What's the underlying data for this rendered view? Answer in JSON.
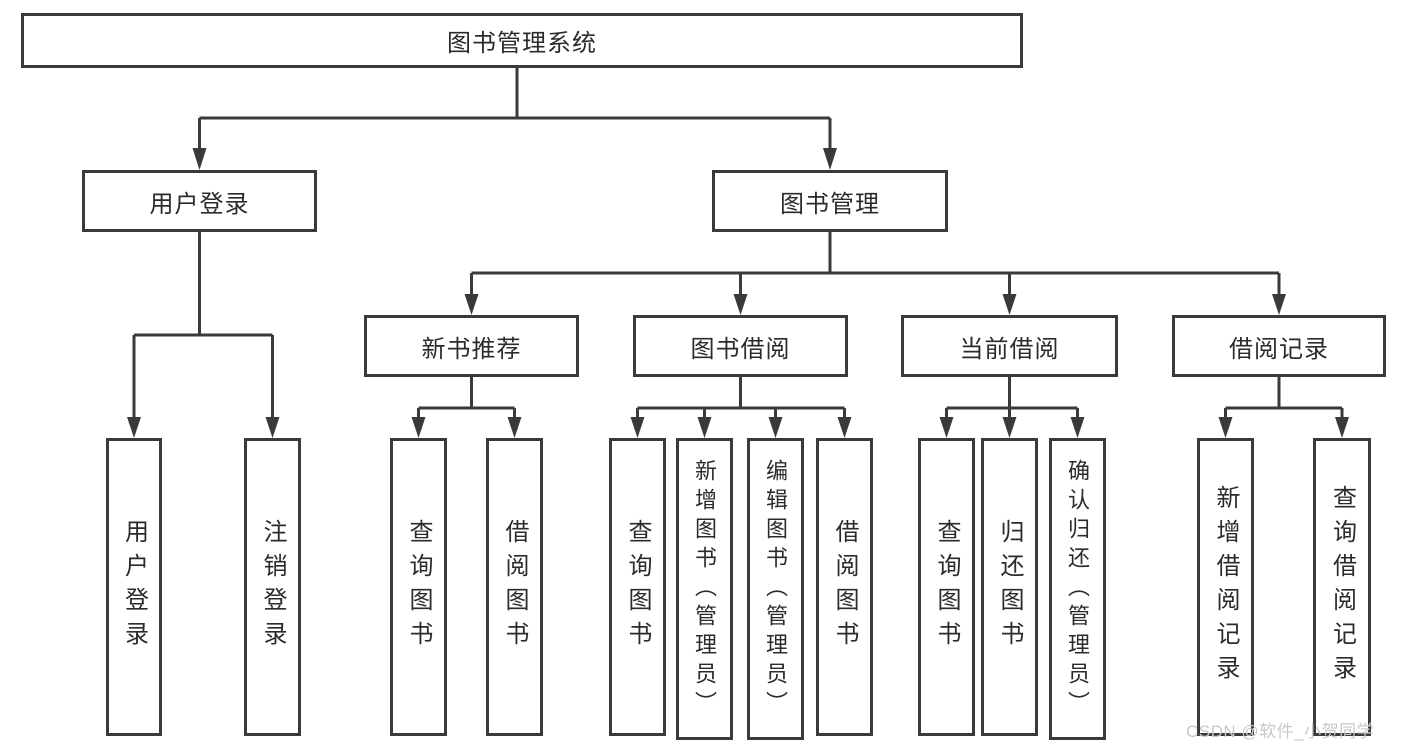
{
  "diagram": {
    "root": {
      "label": "图书管理系统"
    },
    "level1": [
      {
        "label": "用户登录",
        "parent": "图书管理系统"
      },
      {
        "label": "图书管理",
        "parent": "图书管理系统"
      }
    ],
    "level2": [
      {
        "label": "新书推荐",
        "parent": "图书管理"
      },
      {
        "label": "图书借阅",
        "parent": "图书管理"
      },
      {
        "label": "当前借阅",
        "parent": "图书管理"
      },
      {
        "label": "借阅记录",
        "parent": "图书管理"
      }
    ],
    "leaves": [
      {
        "label": "用户登录",
        "parent": "用户登录"
      },
      {
        "label": "注销登录",
        "parent": "用户登录"
      },
      {
        "label": "查询图书",
        "parent": "新书推荐"
      },
      {
        "label": "借阅图书",
        "parent": "新书推荐"
      },
      {
        "label": "查询图书",
        "parent": "图书借阅"
      },
      {
        "label": "新增图书（管理员）",
        "parent": "图书借阅"
      },
      {
        "label": "编辑图书（管理员）",
        "parent": "图书借阅"
      },
      {
        "label": "借阅图书",
        "parent": "图书借阅"
      },
      {
        "label": "查询图书",
        "parent": "当前借阅"
      },
      {
        "label": "归还图书",
        "parent": "当前借阅"
      },
      {
        "label": "确认归还（管理员）",
        "parent": "当前借阅"
      },
      {
        "label": "新增借阅记录",
        "parent": "借阅记录"
      },
      {
        "label": "查询借阅记录",
        "parent": "借阅记录"
      }
    ]
  },
  "watermark": {
    "text": "CSDN @软件_小贺同学"
  },
  "colors": {
    "line": "#3a3a3a",
    "box_border": "#3a3a3a",
    "text": "#2b2b2b",
    "watermark": "#c8c8c8",
    "background": "#ffffff"
  }
}
